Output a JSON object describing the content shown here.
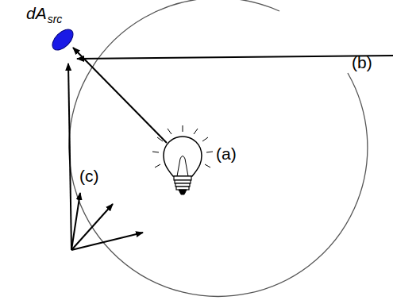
{
  "diagram": {
    "labels": [
      "dA",
      "src",
      "(a)",
      "(b)",
      "(c)"
    ]
  }
}
